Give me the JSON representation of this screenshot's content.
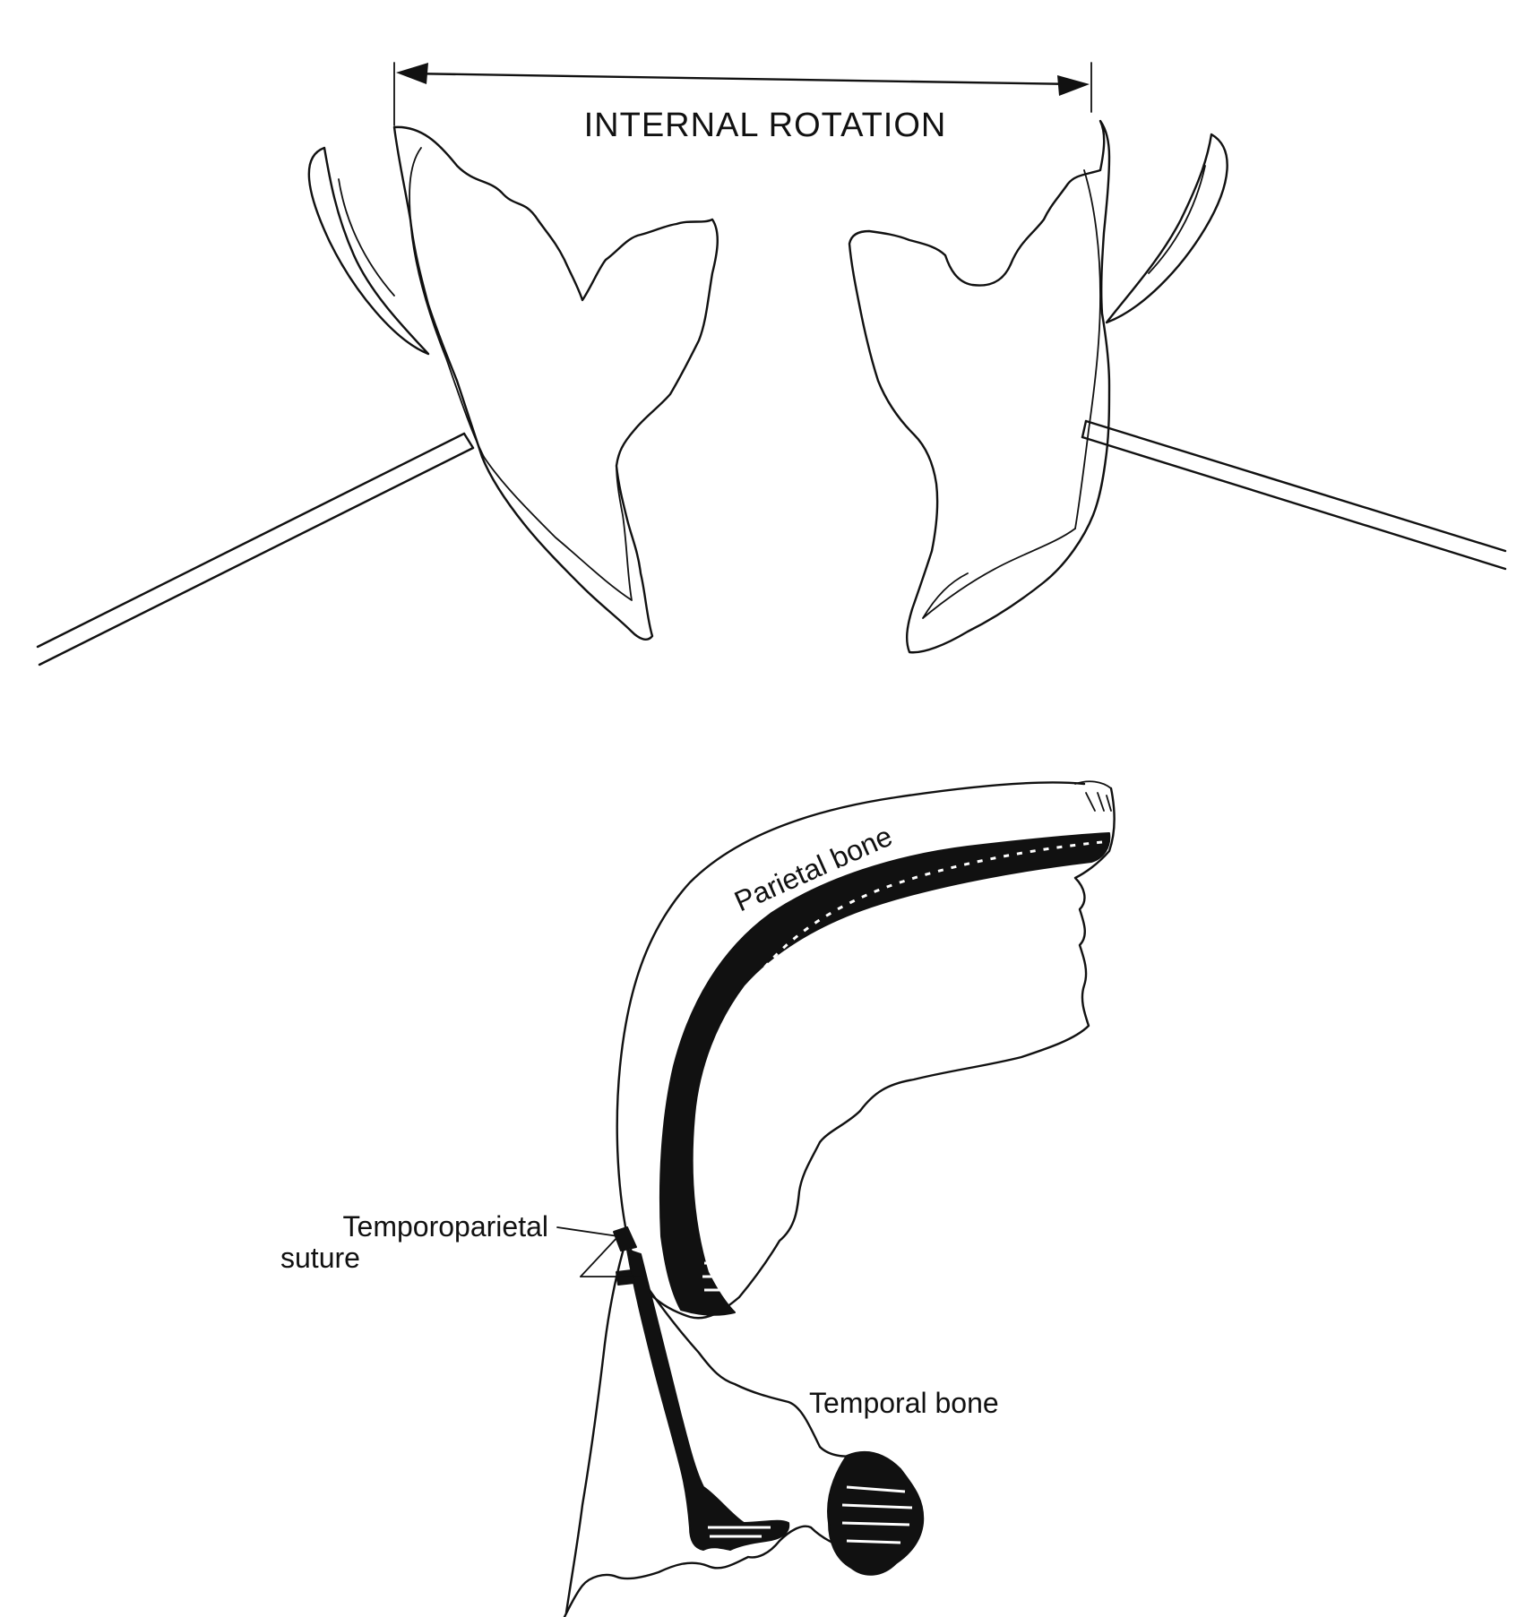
{
  "figure": {
    "top_caption": "INTERNAL ROTATION",
    "labels": {
      "parietal": "Parietal bone",
      "temporoparietal_line1": "Temporoparietal",
      "temporoparietal_line2": "suture",
      "temporal": "Temporal bone"
    }
  }
}
